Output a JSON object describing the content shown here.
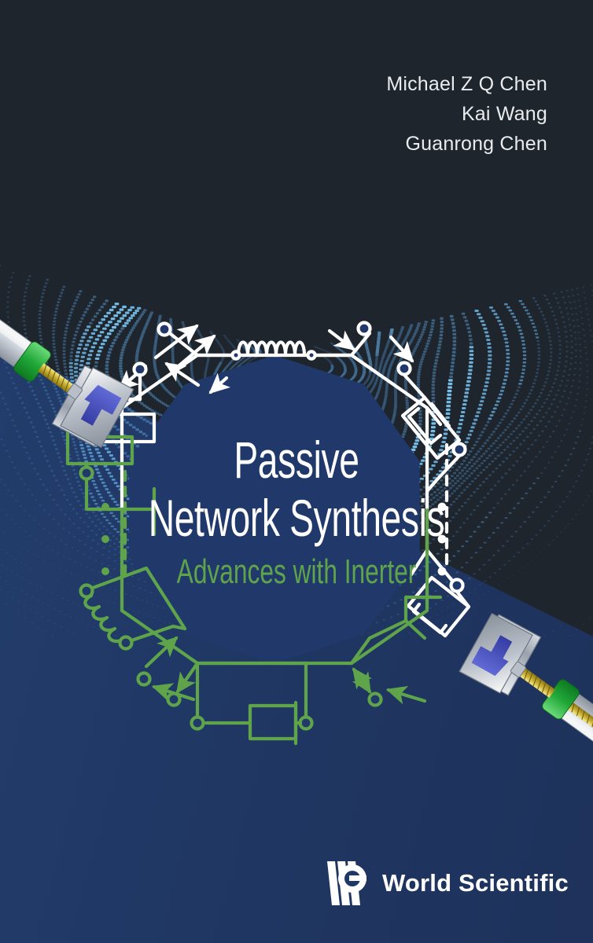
{
  "cover": {
    "authors": [
      "Michael Z Q Chen",
      "Kai Wang",
      "Guanrong Chen"
    ],
    "title_lines": [
      "Passive",
      "Network Synthesis"
    ],
    "subtitle": "Advances with Inerter",
    "publisher": {
      "name": "World Scientific",
      "logo": "world-scientific-logo"
    },
    "colors": {
      "blue": "#203865",
      "dark": "#1f252d",
      "green": "#5fa34b",
      "white": "#ffffff",
      "dot_blue": "#2f7fd4",
      "dot_blue_bright": "#5fb3ef"
    },
    "artwork": {
      "description": "Decagonal passive network diagram with white and green circuit branches, inductor coils, damper and inerter symbols, arrows, and two 3D ball-screw inerter devices at upper-left and lower-right over a dotted blue wave texture.",
      "elements": [
        "inerter-device-top-left",
        "inerter-device-bottom-right",
        "inductor-coil-top",
        "inductor-coil-bottom-left",
        "damper-symbol-bottom",
        "damper-symbol-right",
        "spring-network-left",
        "arrow-pointers",
        "terminal-nodes"
      ]
    }
  }
}
